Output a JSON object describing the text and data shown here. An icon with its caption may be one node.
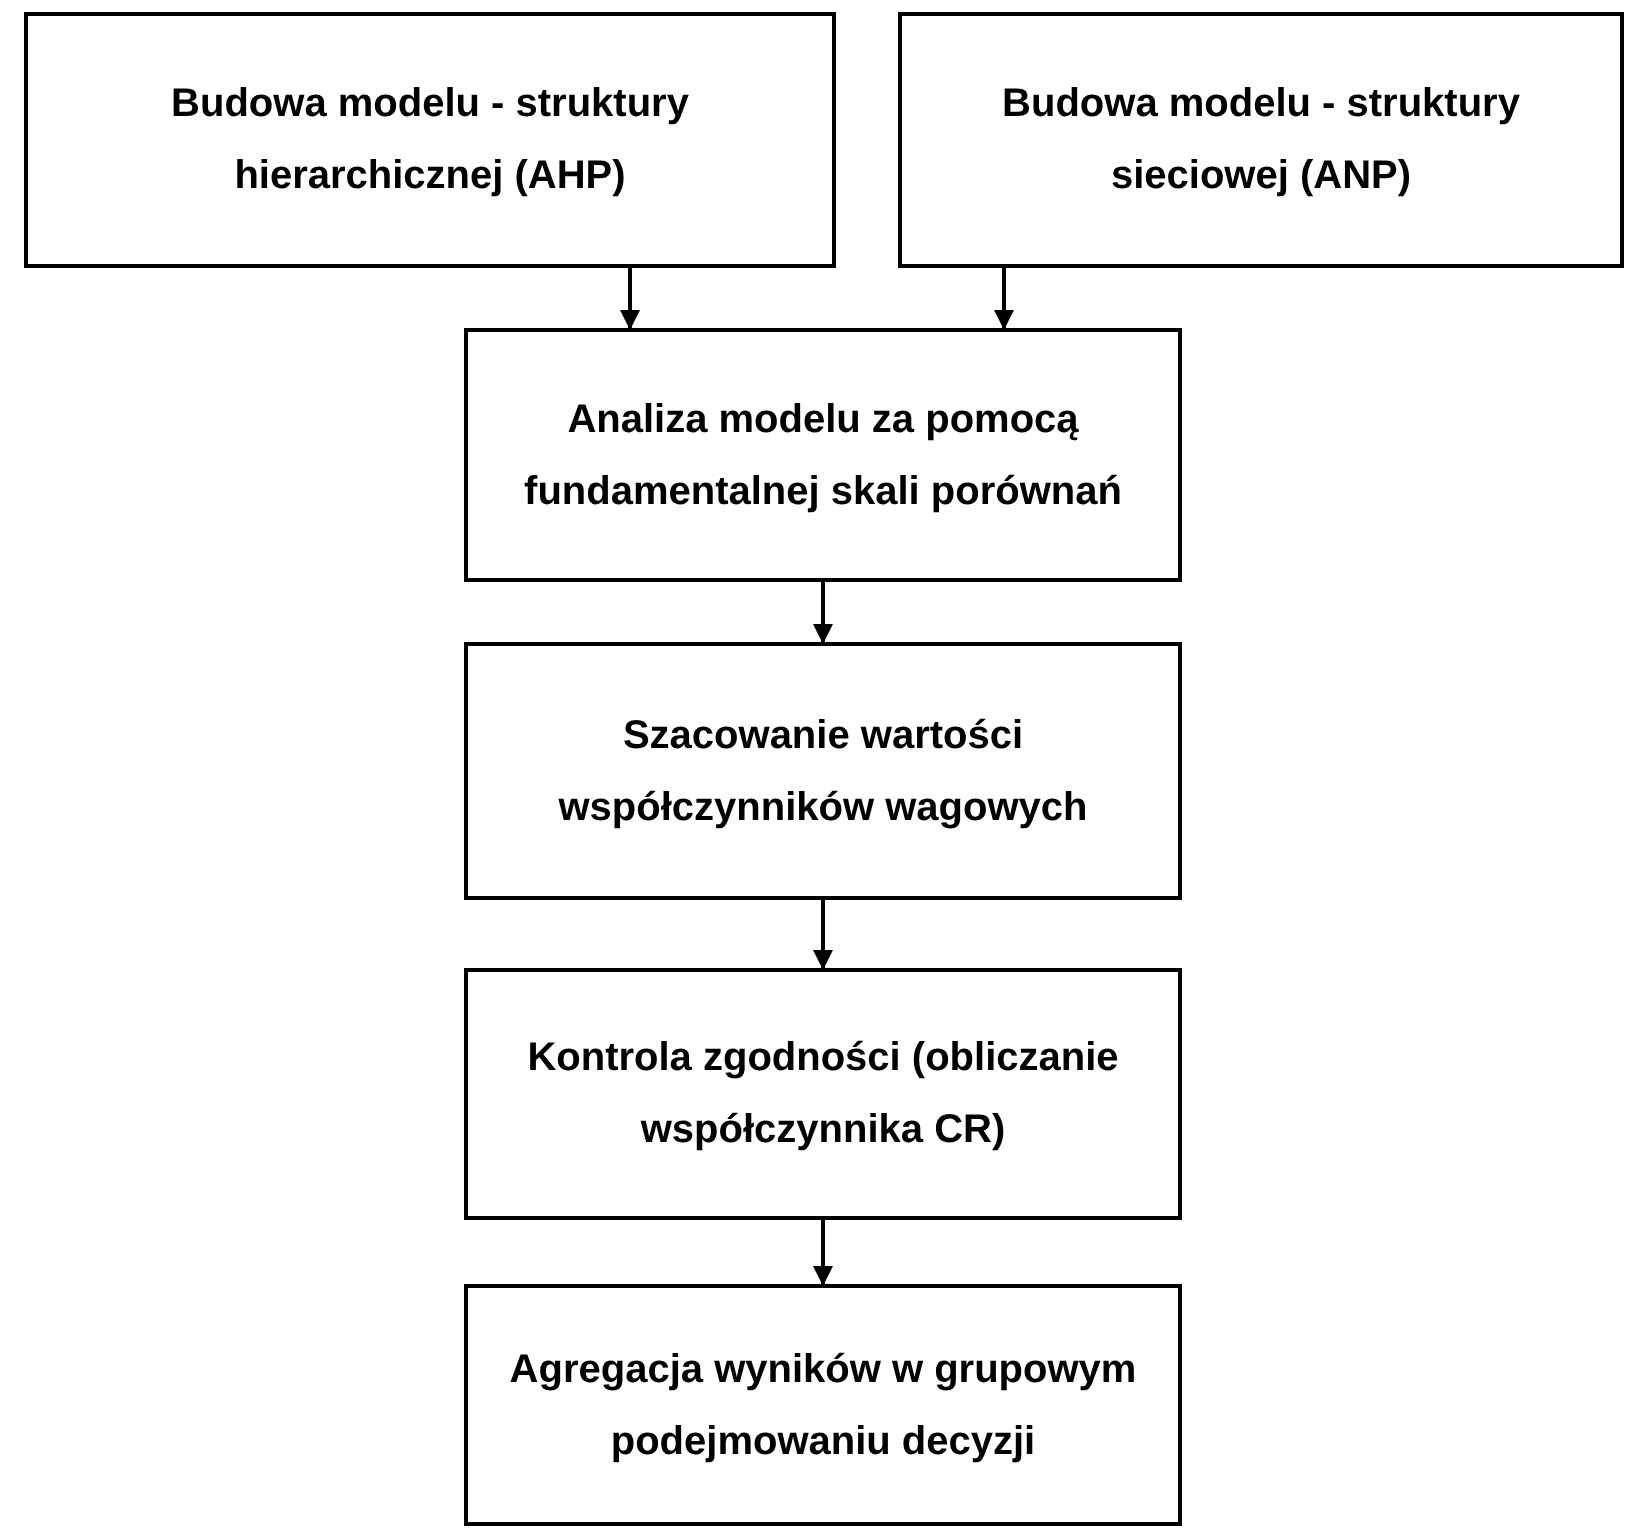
{
  "diagram": {
    "nodes": [
      {
        "text": [
          "Budowa modelu - struktury hierarchicznej (AHP)"
        ]
      },
      {
        "text": [
          "Budowa modelu - struktury sieciowej (ANP)"
        ]
      },
      {
        "text": [
          "Analiza modelu za pomocą fundamentalnej skali porównań"
        ]
      },
      {
        "text": [
          "Szacowanie wartości współczynników wagowych"
        ]
      },
      {
        "text": [
          "Kontrola zgodności (obliczanie współczynnika CR)"
        ]
      },
      {
        "text": [
          "Agregacja wyników w grupowym podejmowaniu decyzji"
        ]
      }
    ],
    "edges": [
      {
        "from": 0,
        "to": 2,
        "arrow": "to"
      },
      {
        "from": 1,
        "to": 2,
        "arrow": "to"
      },
      {
        "from": 2,
        "to": 3,
        "arrow": "to"
      },
      {
        "from": 3,
        "to": 4,
        "arrow": "to"
      },
      {
        "from": 4,
        "to": 5,
        "arrow": "to"
      }
    ]
  }
}
